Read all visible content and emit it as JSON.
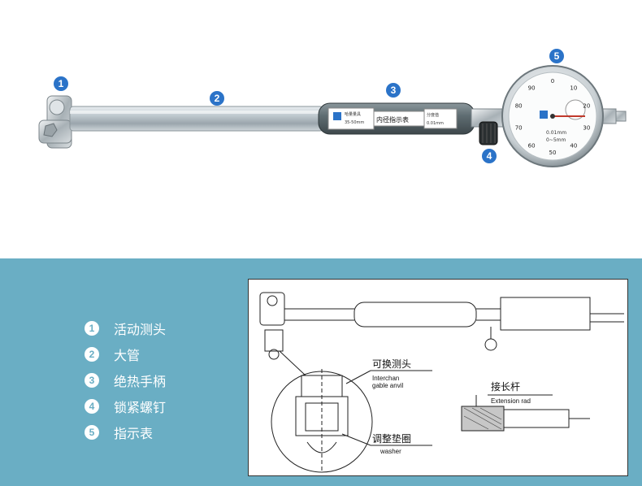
{
  "callouts": [
    {
      "num": "1"
    },
    {
      "num": "2"
    },
    {
      "num": "3"
    },
    {
      "num": "4"
    },
    {
      "num": "5"
    }
  ],
  "legend": [
    {
      "num": "1",
      "label": "活动测头"
    },
    {
      "num": "2",
      "label": "大管"
    },
    {
      "num": "3",
      "label": "绝热手柄"
    },
    {
      "num": "4",
      "label": "锁紧螺钉"
    },
    {
      "num": "5",
      "label": "指示表"
    }
  ],
  "handle": {
    "brand": "哈量量具",
    "range": "35-50mm",
    "name": "内径指示表",
    "resolution_label": "分度值",
    "resolution": "0.01mm"
  },
  "dial": {
    "graduation": "0.01mm",
    "range": "0~5mm",
    "numbers": [
      "0",
      "10",
      "20",
      "30",
      "40",
      "50",
      "60",
      "70",
      "80",
      "90"
    ]
  },
  "drawing": {
    "anvil_cn": "可换测头",
    "anvil_en": "Interchan\ngable anvil",
    "washer_cn": "调整垫圈",
    "washer_en": "washer",
    "rod_cn": "接长杆",
    "rod_en": "Extension rad"
  },
  "colors": {
    "badge": "#2b73c8",
    "panel": "#6aaec4",
    "handle": "#5f6d72"
  }
}
